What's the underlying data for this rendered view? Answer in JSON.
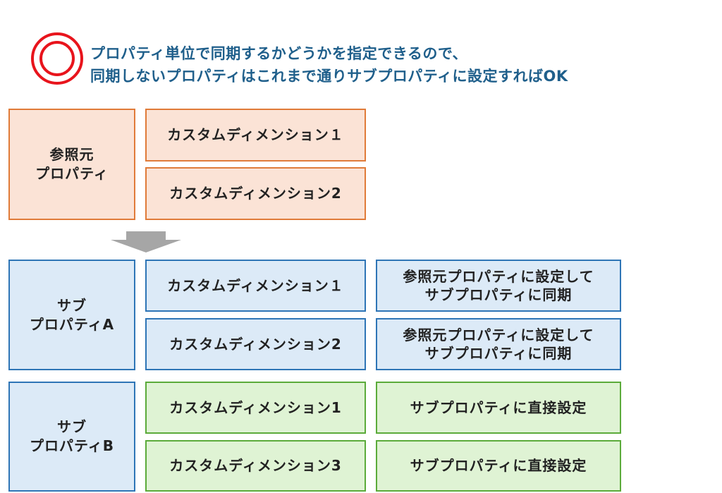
{
  "header": {
    "line1": "プロパティ単位で同期するかどうかを指定できるので、",
    "line2": "同期しないプロパティはこれまで通りサブプロパティに設定すればOK",
    "icon": "double-circle-icon",
    "accent_color": "#1f5f8b",
    "circle_color": "#e8141c"
  },
  "source": {
    "label_line1": "参照元",
    "label_line2": "プロパティ",
    "dimensions": [
      "カスタムディメンション１",
      "カスタムディメンション2"
    ]
  },
  "sub_a": {
    "label_line1": "サブ",
    "label_line2": "プロパティA",
    "dimensions": [
      "カスタムディメンション１",
      "カスタムディメンション2"
    ],
    "notes": [
      {
        "line1": "参照元プロパティに設定して",
        "line2": "サブプロパティに同期"
      },
      {
        "line1": "参照元プロパティに設定して",
        "line2": "サブプロパティに同期"
      }
    ]
  },
  "sub_b": {
    "label_line1": "サブ",
    "label_line2": "プロパティB",
    "dimensions": [
      "カスタムディメンション1",
      "カスタムディメンション3"
    ],
    "notes": [
      "サブプロパティに直接設定",
      "サブプロパティに直接設定"
    ]
  },
  "colors": {
    "orange_fill": "#fbe3d6",
    "orange_border": "#e07b39",
    "blue_fill": "#dceaf7",
    "blue_border": "#2e75b6",
    "green_fill": "#dff3d4",
    "green_border": "#5bab3a",
    "arrow": "#a6a6a6"
  }
}
